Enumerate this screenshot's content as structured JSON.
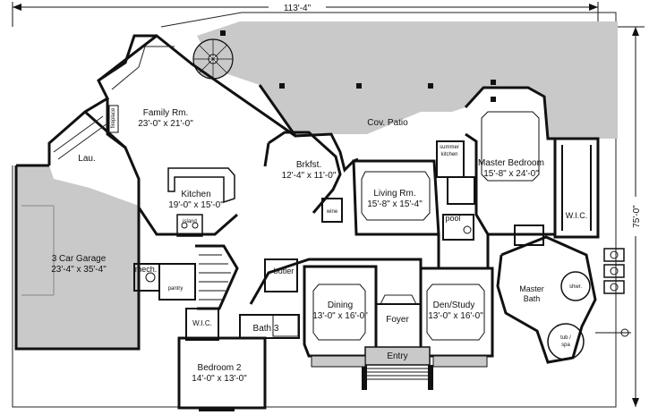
{
  "dimensions": {
    "width_label": "113'-4\"",
    "depth_label": "75'-0\""
  },
  "rooms": {
    "family": {
      "name": "Family Rm.",
      "size": "23'-0\" x 21'-0\""
    },
    "fireplace": {
      "name": "fireplace"
    },
    "patio": {
      "name": "Cov. Patio"
    },
    "laundry": {
      "name": "Lau."
    },
    "kitchen": {
      "name": "Kitchen",
      "size": "19'-0\" x 15'-0\""
    },
    "island": {
      "name": "island"
    },
    "breakfast": {
      "name": "Brkfst.",
      "size": "12'-4\" x 11'-0\""
    },
    "summer_kitchen": {
      "line1": "summer",
      "line2": "kitchen"
    },
    "master_bedroom": {
      "name": "Master Bedroom",
      "size": "15'-8\" x 24'-0\""
    },
    "living": {
      "name": "Living Rm.",
      "size": "15'-8\" x 15'-4\""
    },
    "wine": {
      "name": "wine"
    },
    "pool": {
      "name": "pool"
    },
    "master_wic": {
      "name": "W.I.C."
    },
    "garage": {
      "name": "3 Car Garage",
      "size": "23'-4\" x 35'-4\""
    },
    "mech": {
      "name": "mech."
    },
    "pantry": {
      "name": "pantry"
    },
    "butler": {
      "name": "butler"
    },
    "dining": {
      "name": "Dining",
      "size": "13'-0\" x 16'-0\""
    },
    "foyer": {
      "name": "Foyer"
    },
    "den": {
      "name": "Den/Study",
      "size": "13'-0\" x 16'-0\""
    },
    "master_bath": {
      "name": "Master",
      "name2": "Bath"
    },
    "shower": {
      "name": "shwr."
    },
    "tub": {
      "line1": "tub /",
      "line2": "spa"
    },
    "wic2": {
      "name": "W.I.C."
    },
    "bath3": {
      "name": "Bath 3"
    },
    "bedroom2": {
      "name": "Bedroom 2",
      "size": "14'-0\" x 13'-0\""
    },
    "entry": {
      "name": "Entry"
    }
  },
  "colors": {
    "wall": "#111111",
    "patio_fill": "#c9c9c9",
    "garage_fill": "#c9c9c9"
  }
}
